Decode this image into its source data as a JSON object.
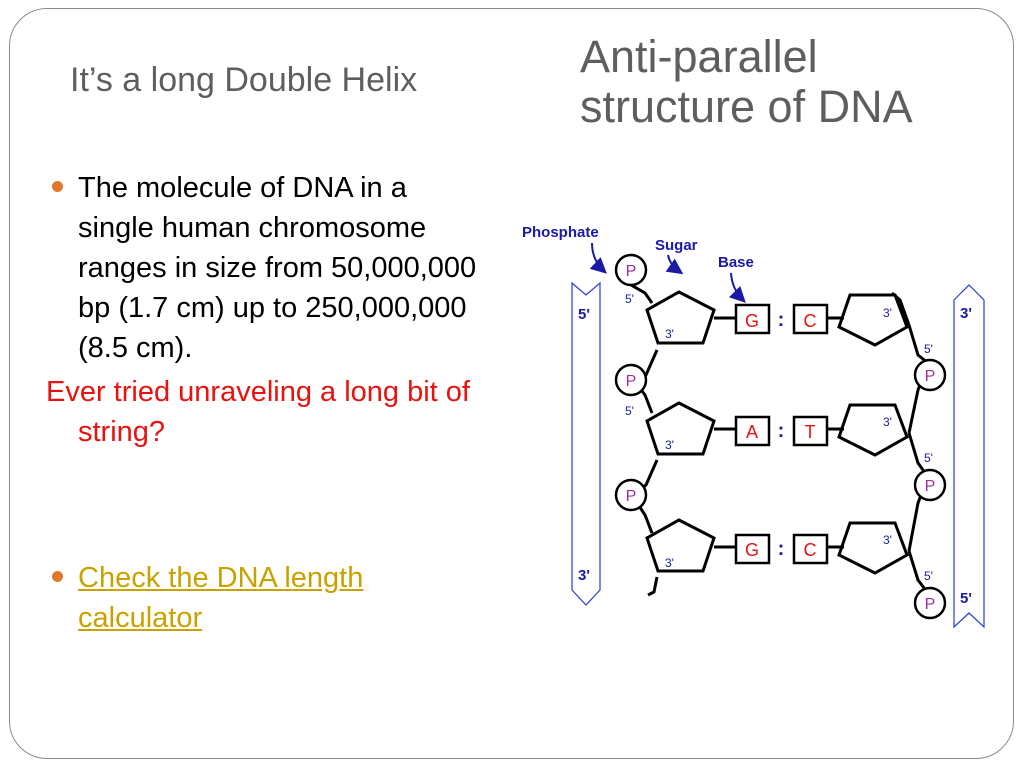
{
  "slide": {
    "title_left": "It’s a long Double Helix",
    "title_right": "Anti-parallel structure of DNA",
    "bullet1": "The molecule of DNA in a single human chromosome ranges in size from 50,000,000 bp (1.7 cm) up to 250,000,000 (8.5 cm).",
    "red_text": "Ever tried unraveling a long bit of string?",
    "link_text": "Check the DNA length calculator",
    "colors": {
      "title": "#5e5e5e",
      "bullet": "#e0782b",
      "red": "#e8120f",
      "link": "#c9a200",
      "label_blue": "#1a1aa6",
      "base_red": "#e8120f",
      "phosphate": "#9b2f9b"
    }
  },
  "diagram": {
    "label_phosphate": "Phosphate",
    "label_sugar": "Sugar",
    "label_base": "Base",
    "strand_left_top": "5'",
    "strand_left_bottom": "3'",
    "strand_right_top": "3'",
    "strand_right_bottom": "5'",
    "phosphate_letter": "P",
    "carbon5": "5'",
    "carbon3": "3'",
    "pair_separator": ":",
    "pairs": [
      {
        "left": "G",
        "right": "C"
      },
      {
        "left": "A",
        "right": "T"
      },
      {
        "left": "G",
        "right": "C"
      }
    ]
  }
}
